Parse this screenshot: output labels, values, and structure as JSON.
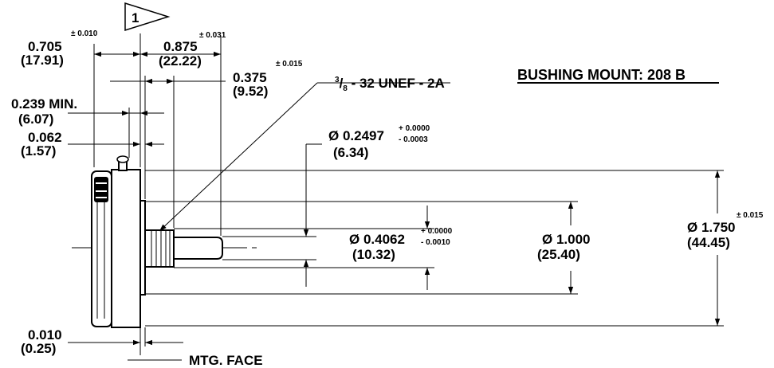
{
  "title": "BUSHING MOUNT: 208 B",
  "note_flag": "1",
  "thread_spec": {
    "num": "3",
    "den": "8",
    "rest": " - 32 UNEF - 2A"
  },
  "dims": {
    "d0705": {
      "value": "0.705",
      "tol": "± 0.010",
      "metric": "(17.91)"
    },
    "d0875": {
      "value": "0.875",
      "tol": "± 0.031",
      "metric": "(22.22)"
    },
    "d0375": {
      "value": "0.375",
      "tol": "± 0.015",
      "metric": "(9.52)"
    },
    "d0239": {
      "value": "0.239 MIN.",
      "metric": "(6.07)"
    },
    "d0062": {
      "value": "0.062",
      "metric": "(1.57)"
    },
    "d2497": {
      "value": "Ø 0.2497",
      "tol_plus": "+ 0.0000",
      "tol_minus": "- 0.0003",
      "metric": "(6.34)"
    },
    "d4062": {
      "value": "Ø 0.4062",
      "tol_plus": "+ 0.0000",
      "tol_minus": "- 0.0010",
      "metric": "(10.32)"
    },
    "d1000": {
      "value": "Ø 1.000",
      "metric": "(25.40)"
    },
    "d1750": {
      "value": "Ø 1.750",
      "tol": "± 0.015",
      "metric": "(44.45)"
    },
    "d0010": {
      "value": "0.010",
      "metric": "(0.25)"
    }
  },
  "mtg_face": "MTG. FACE"
}
